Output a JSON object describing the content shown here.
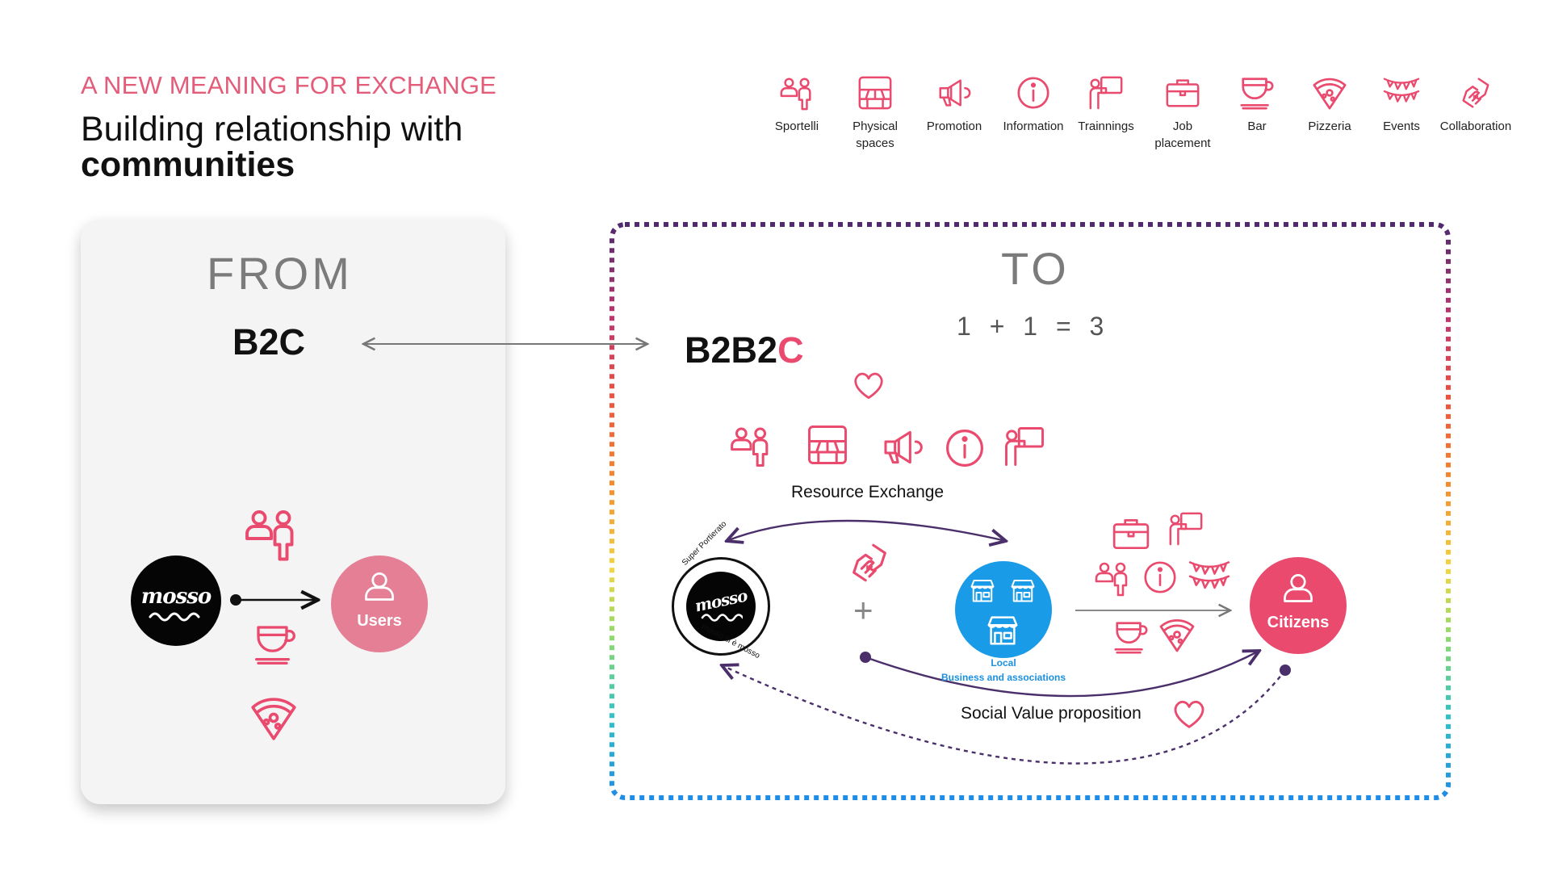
{
  "header": {
    "eyebrow": "A NEW MEANING FOR EXCHANGE",
    "title_line1": "Building relationship with",
    "title_line2": "communities"
  },
  "legend": [
    {
      "icon": "people-icon",
      "label": "Sportelli"
    },
    {
      "icon": "storefront-icon",
      "label": "Physical spaces"
    },
    {
      "icon": "megaphone-icon",
      "label": "Promotion"
    },
    {
      "icon": "info-icon",
      "label": "Information"
    },
    {
      "icon": "presenter-icon",
      "label": "Trainnings"
    },
    {
      "icon": "briefcase-icon",
      "label": "Job placement"
    },
    {
      "icon": "cup-icon",
      "label": "Bar"
    },
    {
      "icon": "pizza-slice-icon",
      "label": "Pizzeria"
    },
    {
      "icon": "bunting-icon",
      "label": "Events"
    },
    {
      "icon": "handshake-icon",
      "label": "Collaboration"
    }
  ],
  "from": {
    "heading": "FROM",
    "model": "B2C",
    "brand": "mosso",
    "target": "Users"
  },
  "to": {
    "heading": "TO",
    "equation": "1 + 1 = 3",
    "model_prefix": "B2B2",
    "model_accent": "C",
    "resource_exchange": "Resource Exchange",
    "plus": "+",
    "brand_ring_top": "Super Portierato",
    "brand_ring_bottom": "mosso si è mosso",
    "brand": "mosso",
    "local_line1": "Local",
    "local_line2": "Business and associations",
    "target": "Citizens",
    "social_value": "Social Value proposition"
  },
  "colors": {
    "accent_pink": "#e94a6e",
    "soft_pink": "#e57f96",
    "local_blue": "#1a9be8",
    "arc_purple": "#4a2f6b",
    "frame_gradient": [
      "#5c2d6e",
      "#e0407a",
      "#f07a2a",
      "#f3d23c",
      "#7bd86b",
      "#23b5d6",
      "#2a8ee0"
    ]
  }
}
